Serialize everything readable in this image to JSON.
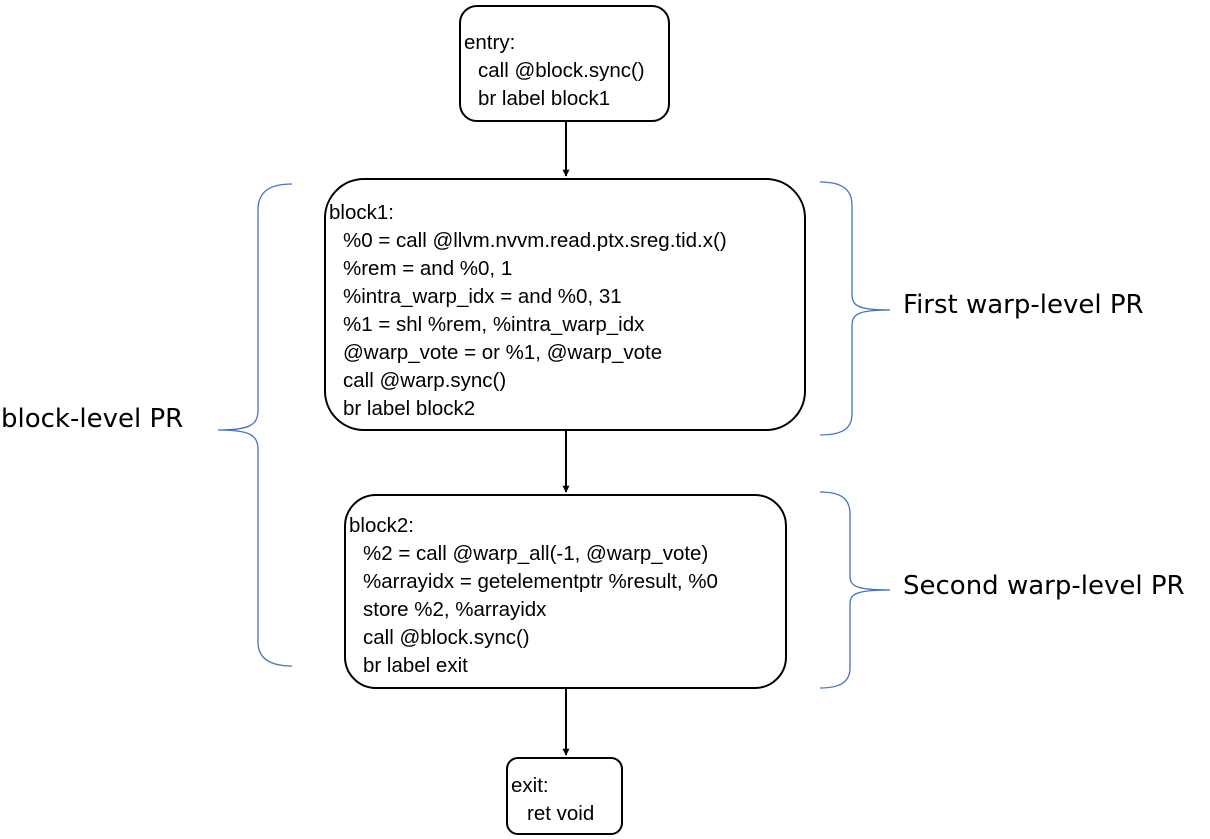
{
  "nodes": {
    "entry": {
      "label": "entry:",
      "lines": [
        "call @block.sync()",
        "br label block1"
      ]
    },
    "block1": {
      "label": "block1:",
      "lines": [
        "%0 = call @llvm.nvvm.read.ptx.sreg.tid.x()",
        "%rem = and %0, 1",
        "%intra_warp_idx = and %0, 31",
        "%1 = shl %rem, %intra_warp_idx",
        "@warp_vote = or %1, @warp_vote",
        "call @warp.sync()",
        "br label block2"
      ]
    },
    "block2": {
      "label": "block2:",
      "lines": [
        "%2 = call @warp_all(-1, @warp_vote)",
        "%arrayidx = getelementptr %result, %0",
        "store %2, %arrayidx",
        "call @block.sync()",
        "br label exit"
      ]
    },
    "exit": {
      "label": "exit:",
      "lines": [
        "ret void"
      ]
    }
  },
  "edges": [
    {
      "from": "entry",
      "to": "block1"
    },
    {
      "from": "block1",
      "to": "block2"
    },
    {
      "from": "block2",
      "to": "exit"
    }
  ],
  "regions": {
    "block_level": {
      "label": "block-level PR",
      "spans": [
        "block1",
        "block2"
      ]
    },
    "first_warp_level": {
      "label": "First warp-level PR",
      "spans": [
        "block1"
      ]
    },
    "second_warp_level": {
      "label": "Second warp-level PR",
      "spans": [
        "block2"
      ]
    }
  },
  "colors": {
    "node_border": "#000000",
    "arrow": "#000000",
    "brace": "#4472c4",
    "text": "#000000"
  }
}
